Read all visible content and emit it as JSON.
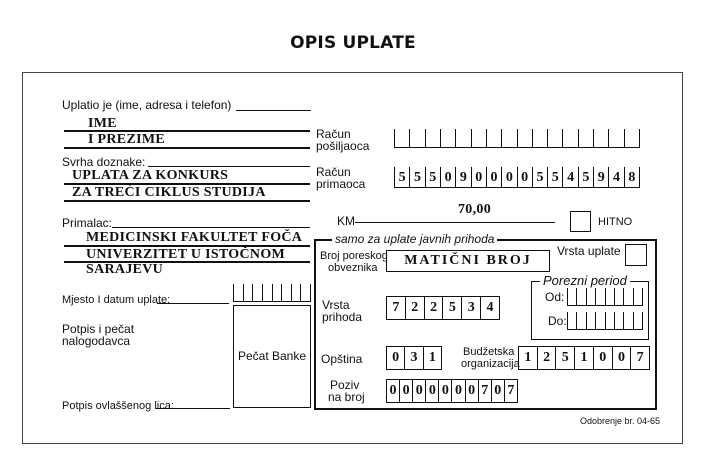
{
  "title": "OPIS UPLATE",
  "payer": {
    "label": "Uplatio je (ime, adresa i telefon)",
    "line1": "IME",
    "line2": "I PREZIME"
  },
  "purpose": {
    "label": "Svrha doznake:",
    "line1": "UPLATA ZA KONKURS",
    "line2": "ZA TREĆI CIKLUS STUDIJA"
  },
  "recipient": {
    "label": "Primalac:",
    "line1": "MEDICINSKI FAKULTET FOČA",
    "line2": "UNIVERZITET U ISTOČNOM",
    "line3": "SARAJEVU"
  },
  "place_date_label": "Mjesto I datum uplate:",
  "stamp_label": "Potpis i pečat nalogodavca",
  "bank_stamp_label": "Pečat Banke",
  "authorized_signature_label": "Potpis ovlaššenog lica:",
  "sender_account": {
    "label_line1": "Račun",
    "label_line2": "pošiljaoca"
  },
  "recipient_account": {
    "label_line1": "Račun",
    "label_line2": "primaoca",
    "digits": [
      "5",
      "5",
      "5",
      "0",
      "9",
      "0",
      "0",
      "0",
      "0",
      "5",
      "5",
      "4",
      "5",
      "9",
      "4",
      "8"
    ]
  },
  "amount": {
    "label": "KM",
    "value": "70,00"
  },
  "urgent_label": "HITNO",
  "public_section": {
    "title": "samo za uplate javnih prihoda",
    "tax_id_label_line1": "Broj poreskog",
    "tax_id_label_line2": "obveznika",
    "tax_id_value": "MATIČNI BROJ",
    "payment_type_label": "Vrsta uplate",
    "tax_period": {
      "label": "Porezni period",
      "from_label": "Od:",
      "to_label": "Do:"
    },
    "revenue_type": {
      "label_line1": "Vrsta",
      "label_line2": "prihoda",
      "digits": [
        "7",
        "2",
        "2",
        "5",
        "3",
        "4"
      ]
    },
    "municipality": {
      "label": "Opština",
      "digits": [
        "0",
        "3",
        "1"
      ]
    },
    "budget_org": {
      "label_line1": "Budžetska",
      "label_line2": "organizacija",
      "digits": [
        "1",
        "2",
        "5",
        "1",
        "0",
        "0",
        "7"
      ]
    },
    "reference": {
      "label_line1": "Poziv",
      "label_line2": "na broj",
      "digits": [
        "0",
        "0",
        "0",
        "0",
        "0",
        "0",
        "0",
        "7",
        "0",
        "7"
      ]
    }
  },
  "approval_note": "Odobrenje br. 04-65"
}
